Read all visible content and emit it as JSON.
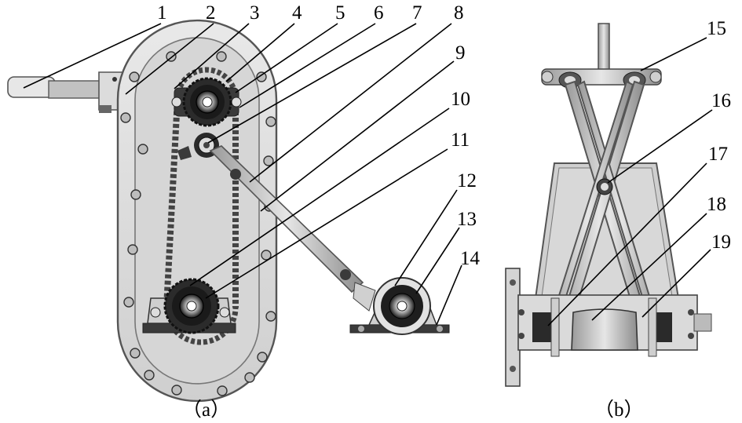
{
  "figure_a": {
    "caption": "（a）",
    "labels": [
      "1",
      "2",
      "3",
      "4",
      "5",
      "6",
      "7",
      "8",
      "9",
      "10",
      "11",
      "12",
      "13",
      "14"
    ]
  },
  "figure_b": {
    "caption": "（b）",
    "labels": [
      "15",
      "16",
      "17",
      "18",
      "19"
    ]
  }
}
